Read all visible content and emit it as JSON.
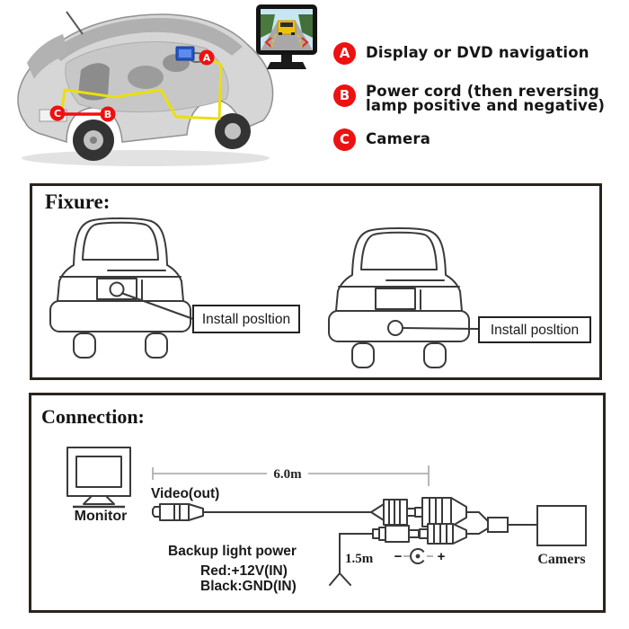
{
  "colors": {
    "accent_red": "#ee1111",
    "cable_yellow": "#eadf0e",
    "screen_blue": "#2356c9",
    "line_dark": "#3a3a3a"
  },
  "header": {
    "legend": [
      {
        "key": "A",
        "lines": [
          "Display or DVD navigation"
        ]
      },
      {
        "key": "B",
        "lines": [
          "Power cord (then reversing",
          "lamp positive and negative)"
        ]
      },
      {
        "key": "C",
        "lines": [
          "Camera"
        ]
      }
    ]
  },
  "fixure": {
    "title": "Fixure:",
    "left_install_label": "Install posltion",
    "right_install_label": "Install posltion"
  },
  "connection": {
    "title": "Connection:",
    "monitor_label": "Monitor",
    "video_out_label": "Video(out)",
    "main_cable_length": "6.0m",
    "power_cable_length": "1.5m",
    "backup_power_title": "Backup light power",
    "backup_power_red": "Red:+12V(IN)",
    "backup_power_black": "Black:GND(IN)",
    "camera_label": "Camers",
    "polarity_negative": "−",
    "polarity_positive": "+"
  }
}
